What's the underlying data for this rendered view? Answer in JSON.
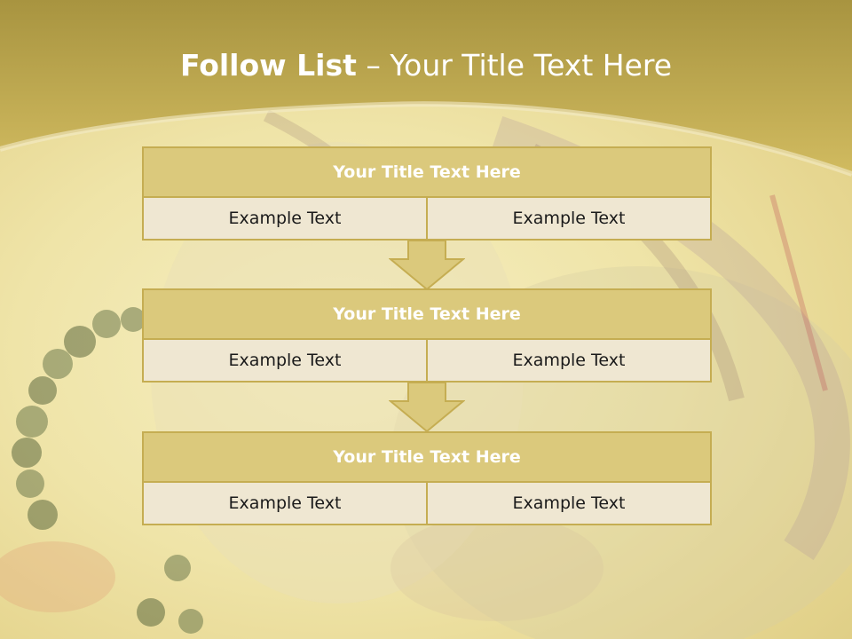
{
  "header": {
    "title_bold": "Follow List",
    "title_rest": " – Your Title Text Here"
  },
  "blocks": [
    {
      "title": "Your Title Text Here",
      "left": "Example Text",
      "right": "Example Text"
    },
    {
      "title": "Your Title Text Here",
      "left": "Example Text",
      "right": "Example Text"
    },
    {
      "title": "Your Title Text Here",
      "left": "Example Text",
      "right": "Example Text"
    }
  ],
  "colors": {
    "header_band": "#c9b35a",
    "block_head": "#dbc97c",
    "block_border": "#c5ad52",
    "cell_bg": "#efe7d2",
    "arrow_fill": "#dbc97c"
  }
}
